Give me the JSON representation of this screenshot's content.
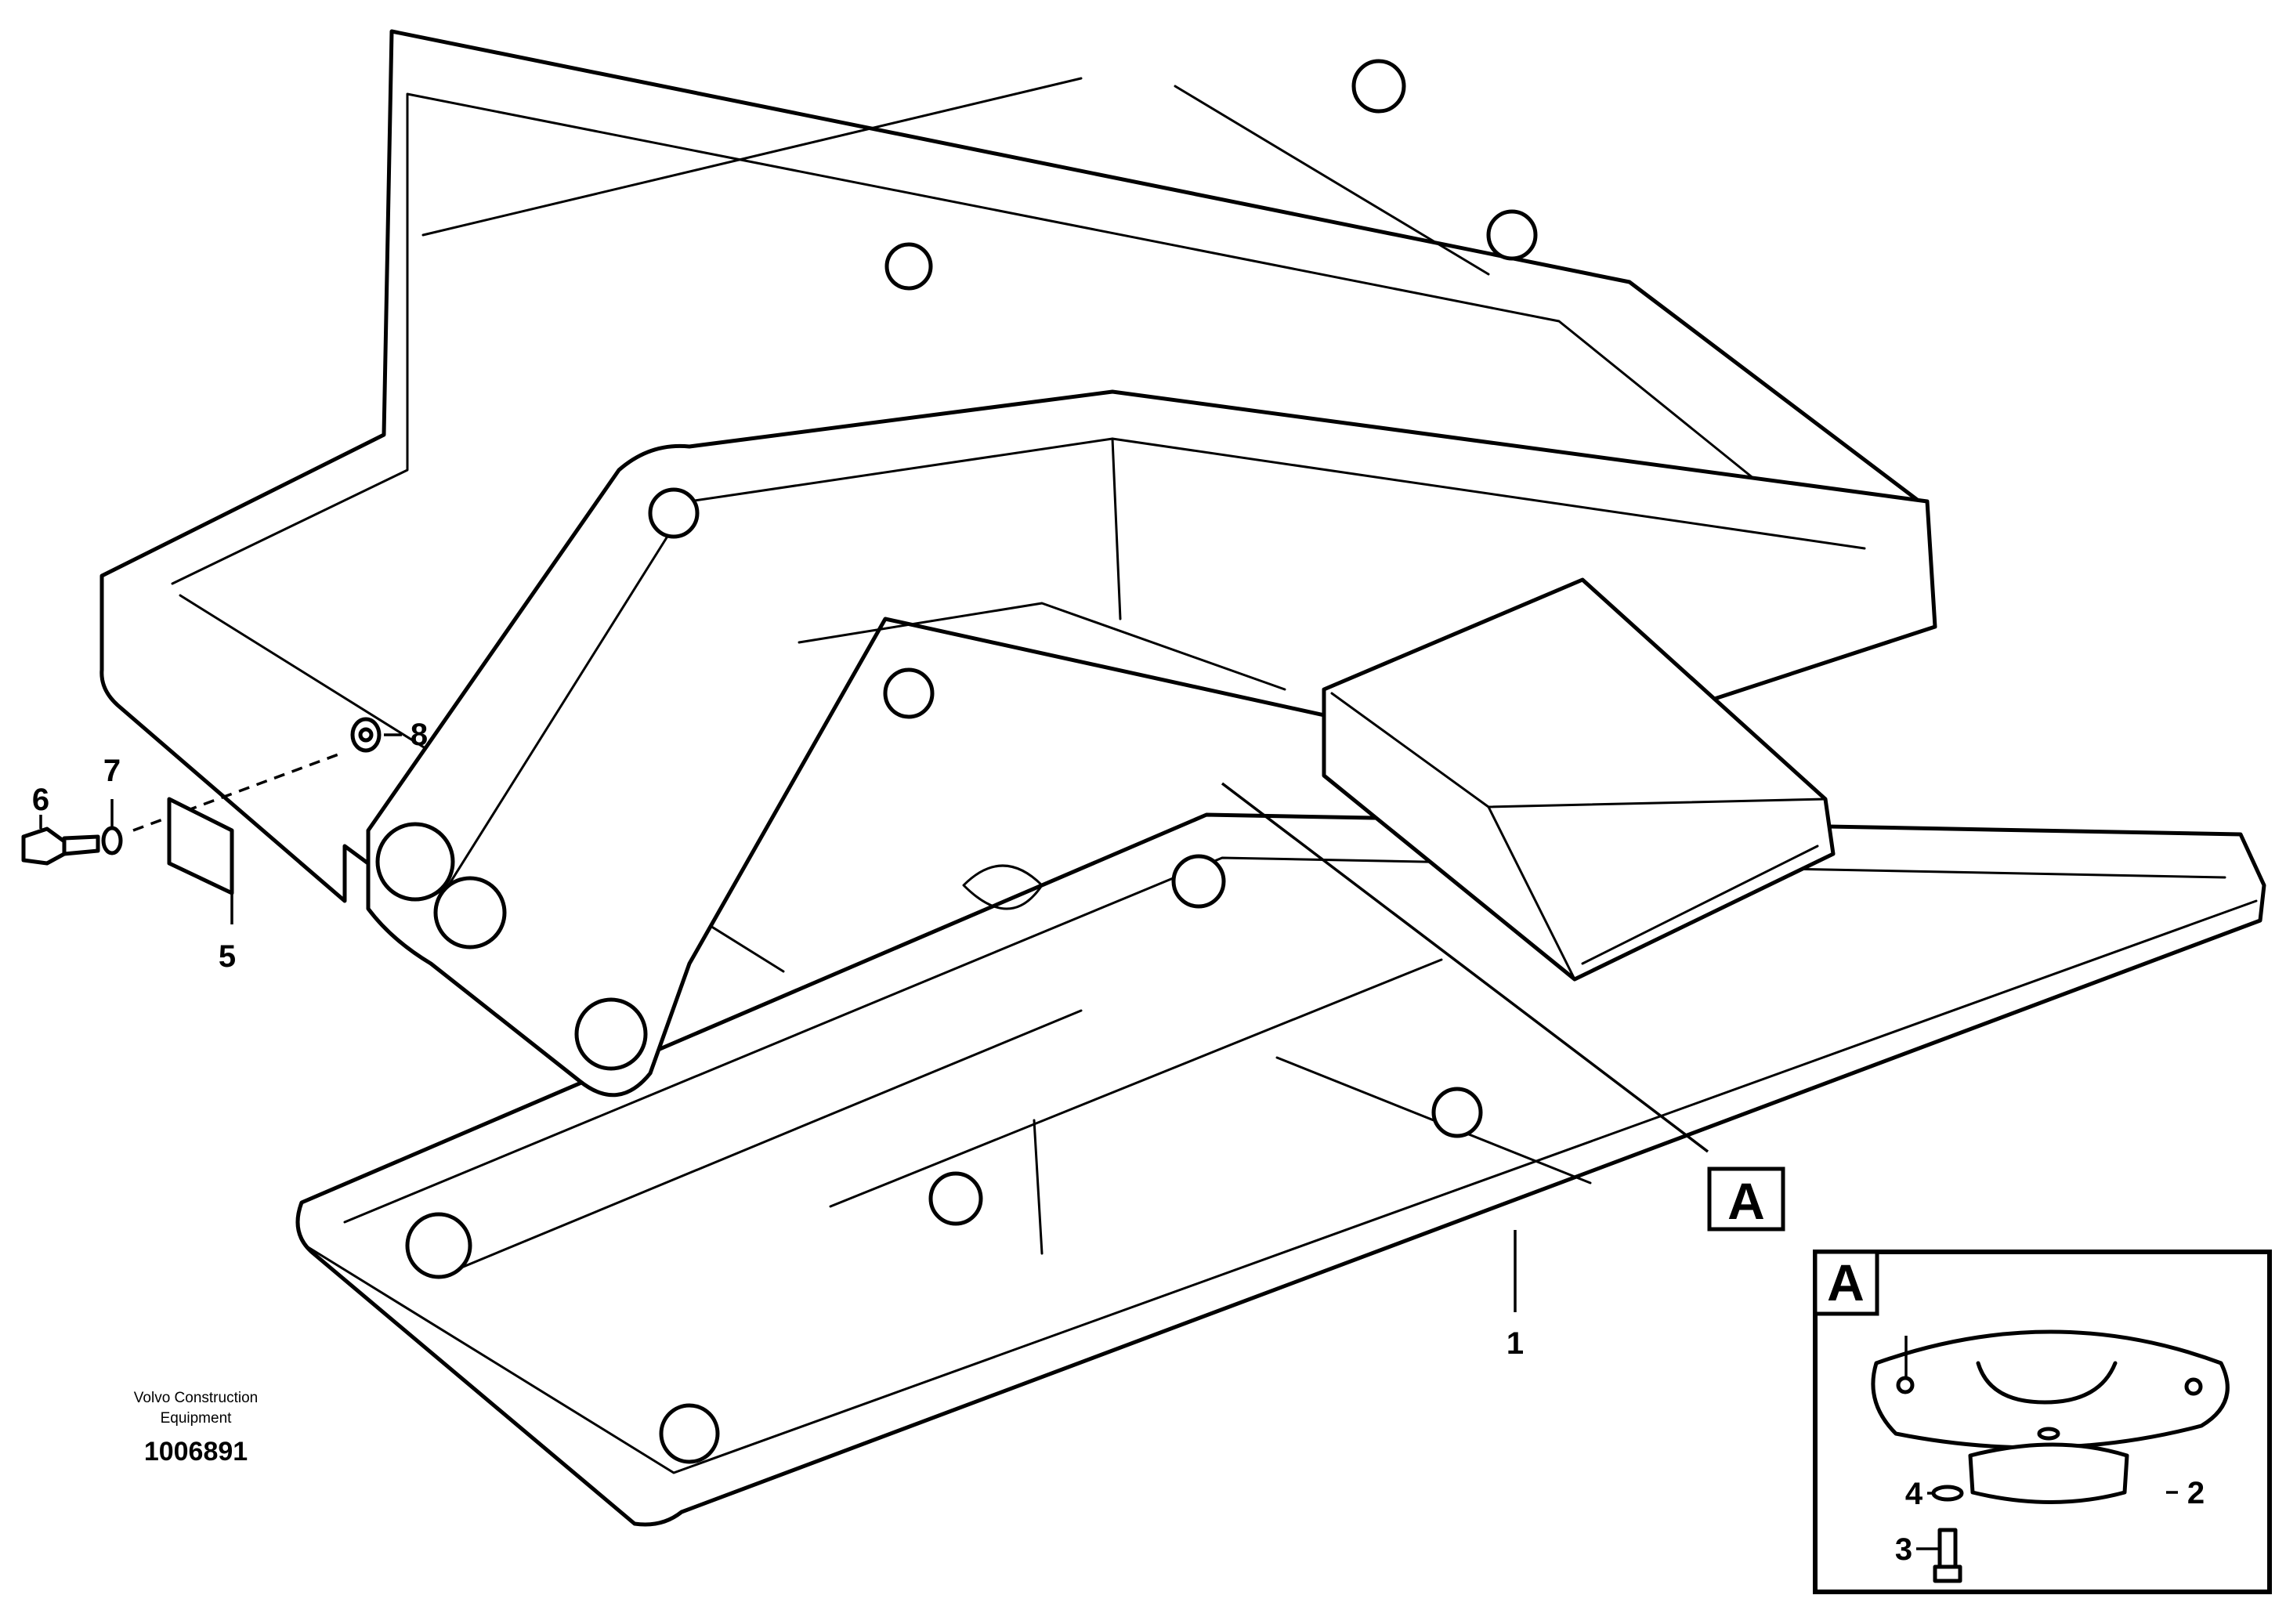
{
  "title": "",
  "credit": {
    "line1": "Volvo Construction",
    "line2": "Equipment"
  },
  "drawing_number": "1006891",
  "callouts": {
    "frame": "1",
    "plug": "2",
    "screw_detail": "3",
    "washer_detail": "4",
    "plate": "5",
    "screw": "6",
    "washer": "7",
    "spacer": "8"
  },
  "detail_label": "A",
  "colors": {
    "line": "#000000",
    "background": "#ffffff"
  }
}
